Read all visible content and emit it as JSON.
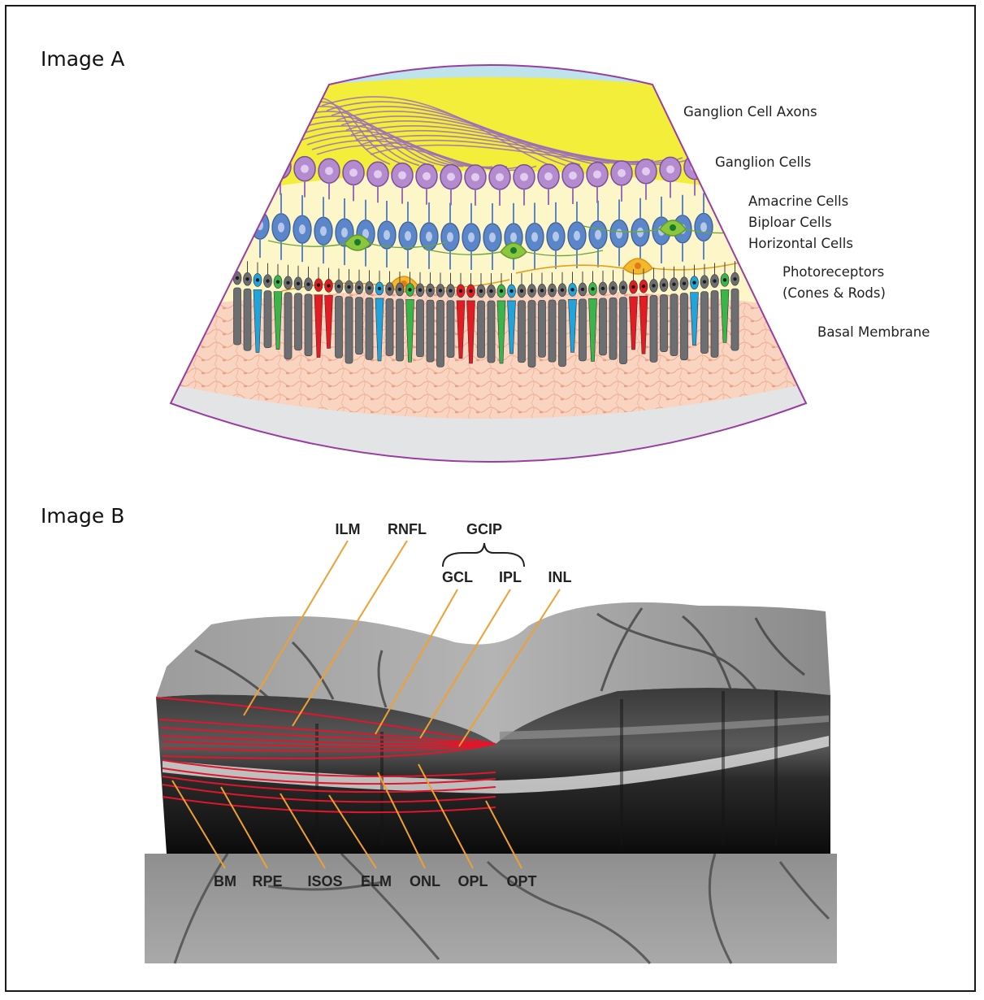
{
  "figure": {
    "image_a": {
      "title": "Image A",
      "labels": {
        "ganglion_cell_axons": "Ganglion Cell Axons",
        "ganglion_cells": "Ganglion Cells",
        "amacrine_cells": "Amacrine Cells",
        "bipolar_cells": "Biploar Cells",
        "horizontal_cells": "Horizontal Cells",
        "photoreceptors": "Photoreceptors",
        "photoreceptors_sub": "(Cones & Rods)",
        "basal_membrane": "Basal Membrane"
      }
    },
    "image_b": {
      "title": "Image B",
      "top_labels": {
        "ilm": "ILM",
        "rnfl": "RNFL",
        "gcip": "GCIP",
        "gcl": "GCL",
        "ipl": "IPL",
        "inl": "INL"
      },
      "bottom_labels": {
        "bm": "BM",
        "rpe": "RPE",
        "isos": "ISOS",
        "elm": "ELM",
        "onl": "ONL",
        "opl": "OPL",
        "opt": "OPT"
      }
    },
    "colors": {
      "boundary_red": "#e0162b",
      "leader_orange": "#f0a030",
      "fan_outline": "#9a3da0",
      "nerve_fiber_yellow": "#f2ee3a",
      "ganglion_purple": "#b58bd0",
      "bipolar_blue": "#5b86c9",
      "amacrine_green": "#8cc63f",
      "horizontal_orange": "#f5b82a",
      "rod_gray": "#6d6e71",
      "cone_red": "#e31b23",
      "cone_green": "#3ab54a",
      "cone_blue": "#21a3dc",
      "basal_peach": "#f8cdb6"
    }
  }
}
